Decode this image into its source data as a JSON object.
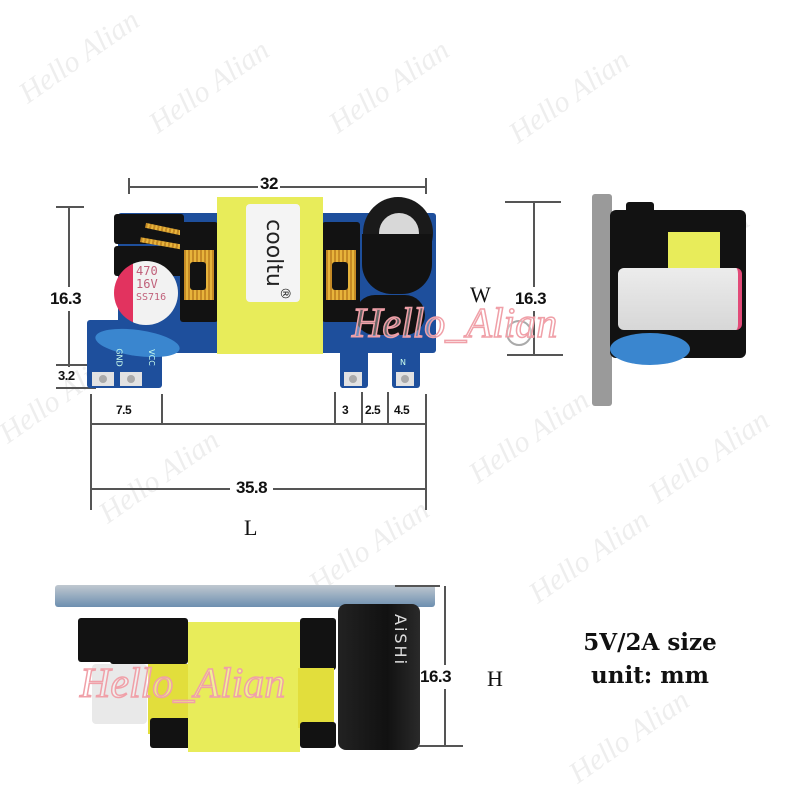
{
  "watermark": {
    "text": "Hello Alian",
    "overlay_text": "Hello_Alian",
    "color": "#f0a0a8"
  },
  "top_view": {
    "dimensions": {
      "width_top": "32",
      "height_left": "16.3",
      "pin_offset": "3.2",
      "seg_left": "7.5",
      "seg_3": "3",
      "seg_2_5": "2.5",
      "seg_4_5": "4.5",
      "total_length": "35.8"
    },
    "axis_label": "L",
    "transformer_label": "cooltu",
    "registered_mark": "®",
    "capacitor": {
      "line1": "470",
      "line2": "16V",
      "line3": "SS716"
    },
    "pin_labels": {
      "gnd": "GND",
      "vcc": "VCC",
      "n": "N"
    }
  },
  "side_view": {
    "axis_label": "W",
    "dimension": "16.3",
    "registered_mark": "®"
  },
  "front_view": {
    "axis_label": "H",
    "dimension": "16.3",
    "capacitor_brand": "AiSHi"
  },
  "caption": {
    "line1": "5V/2A size",
    "line2": "unit: mm"
  }
}
